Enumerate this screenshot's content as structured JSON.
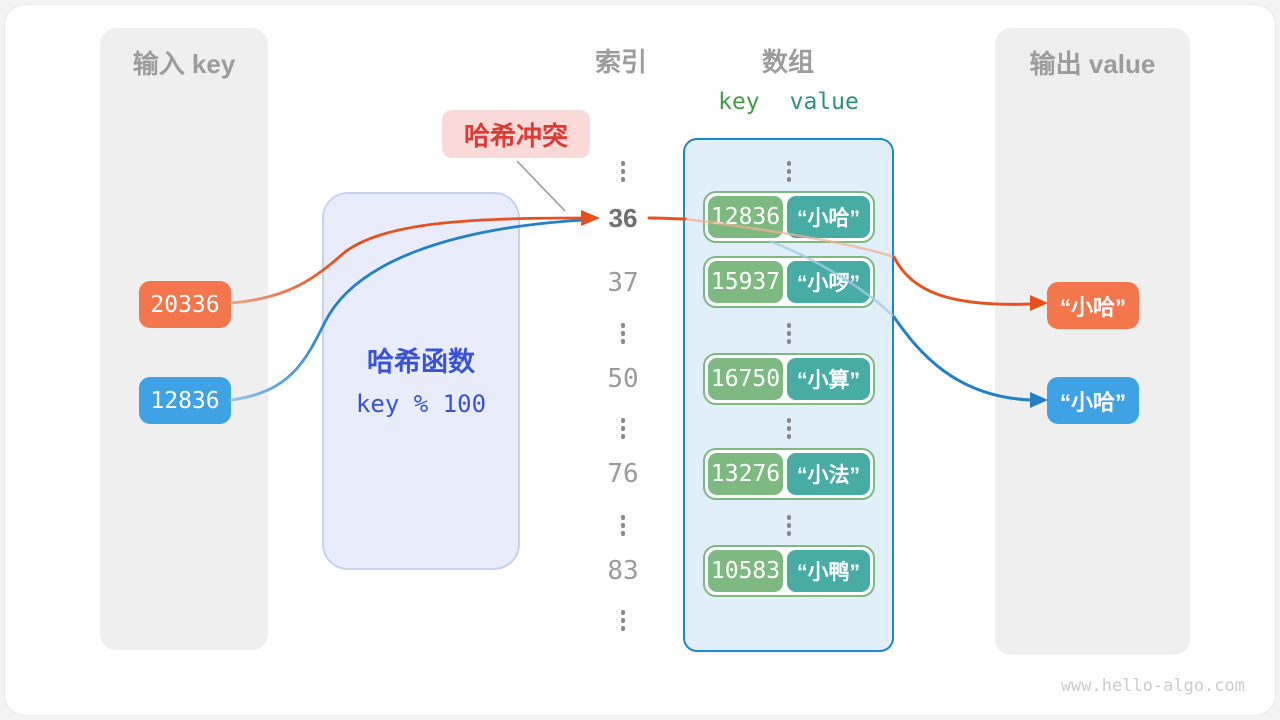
{
  "page": {
    "watermark": "www.hello-algo.com"
  },
  "colors": {
    "orange": "#F3764D",
    "blue": "#3FA2E4",
    "green_key": "#7DB980",
    "teal_value": "#47ACA3",
    "array_border": "#1D87CC",
    "array_bg": "#E0EFFA",
    "hash_bg": "#E9EDFB",
    "hash_border": "#C9D1F2",
    "hash_text": "#3A51DA",
    "collision_bg": "#FAD9D9",
    "collision_text": "#DD3A33",
    "panel_bg": "#EFEFEF",
    "muted_text": "#9C9C9C",
    "orange_line": "#E8511F",
    "blue_line": "#2380C8"
  },
  "input_panel": {
    "title": "输入 key",
    "keys": [
      {
        "value": "20336"
      },
      {
        "value": "12836"
      }
    ]
  },
  "hash_box": {
    "title": "哈希函数",
    "formula": "key % 100"
  },
  "collision_label": {
    "text": "哈希冲突"
  },
  "index_column": {
    "title": "索引",
    "numbers": [
      "36",
      "37",
      "50",
      "76",
      "83"
    ],
    "highlighted": "36",
    "ellipsis_glyph": "⋮"
  },
  "array_panel": {
    "title": "数组",
    "key_header": "key",
    "value_header": "value",
    "pairs": [
      {
        "key": "12836",
        "value": "“小哈”"
      },
      {
        "key": "15937",
        "value": "“小啰”"
      },
      {
        "key": "16750",
        "value": "“小算”"
      },
      {
        "key": "13276",
        "value": "“小法”"
      },
      {
        "key": "10583",
        "value": "“小鸭”"
      }
    ]
  },
  "output_panel": {
    "title": "输出 value",
    "values": [
      {
        "text": "“小哈”"
      },
      {
        "text": "“小哈”"
      }
    ]
  }
}
